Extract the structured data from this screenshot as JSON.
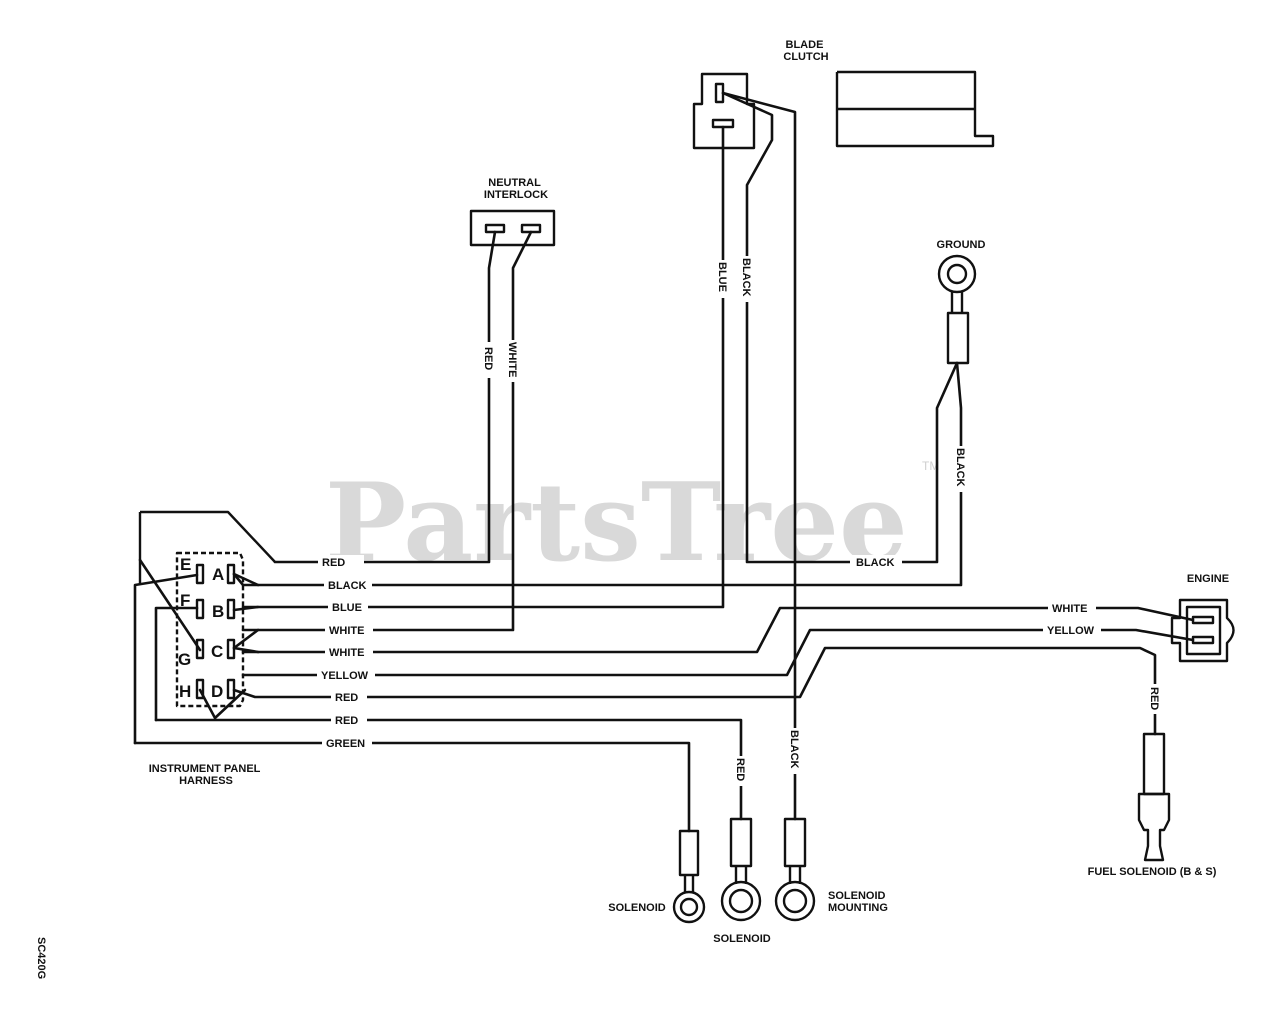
{
  "watermark": {
    "text": "PartsTree",
    "mark": "TM"
  },
  "drawing_code": "SC420G",
  "components": {
    "blade_clutch": "BLADE\nCLUTCH",
    "neutral_interlock": "NEUTRAL\nINTERLOCK",
    "ground": "GROUND",
    "engine": "ENGINE",
    "instrument_panel_harness": "INSTRUMENT PANEL\nHARNESS",
    "solenoid_left": "SOLENOID",
    "solenoid_center": "SOLENOID",
    "solenoid_mounting": "SOLENOID\nMOUNTING",
    "fuel_solenoid": "FUEL SOLENOID (B & S)"
  },
  "harness_pins": [
    "E",
    "A",
    "F",
    "B",
    "G",
    "C",
    "H",
    "D"
  ],
  "wire_labels": {
    "interlock_red": "RED",
    "interlock_white": "WHITE",
    "clutch_blue": "BLUE",
    "clutch_black": "BLACK",
    "ground_black_vertical": "BLACK",
    "ground_black_horizontal": "BLACK",
    "harness_red_top": "RED",
    "harness_black": "BLACK",
    "harness_blue": "BLUE",
    "harness_white_1": "WHITE",
    "harness_white_2": "WHITE",
    "harness_yellow": "YELLOW",
    "harness_red_2": "RED",
    "harness_red_3": "RED",
    "harness_green": "GREEN",
    "engine_white": "WHITE",
    "engine_yellow": "YELLOW",
    "fuel_red": "RED",
    "solenoid_red": "RED",
    "mounting_black": "BLACK"
  }
}
